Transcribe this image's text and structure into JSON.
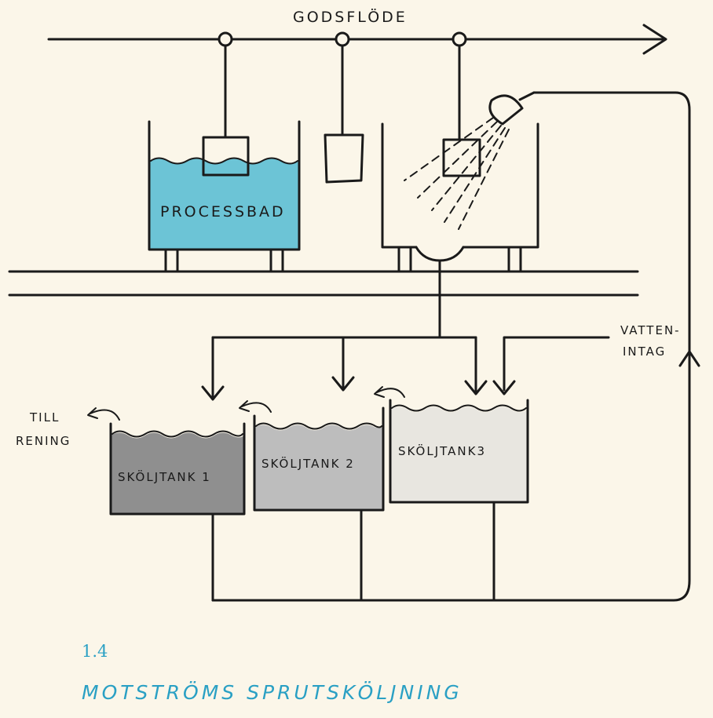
{
  "labels": {
    "goods_flow": "GODSFLÖDE",
    "process_bath": "PROCESSBAD",
    "water_intake_1": "VATTEN-",
    "water_intake_2": "INTAG",
    "to_treatment_1": "TILL",
    "to_treatment_2": "RENING",
    "rinse_tank_1": "SKÖLJTANK 1",
    "rinse_tank_2": "SKÖLJTANK 2",
    "rinse_tank_3": "SKÖLJTANK3"
  },
  "figure": {
    "number": "1.4",
    "title": "MOTSTRÖMS SPRUTSKÖLJNING"
  },
  "colors": {
    "process_bath": "#6cc4d6",
    "rinse_tank_1": "#8f8f8f",
    "rinse_tank_2": "#bdbdbd",
    "rinse_tank_3": "#e8e6e0",
    "background": "#fbf6e9",
    "ink": "#1a1a1a",
    "caption": "#2aa0c4"
  }
}
